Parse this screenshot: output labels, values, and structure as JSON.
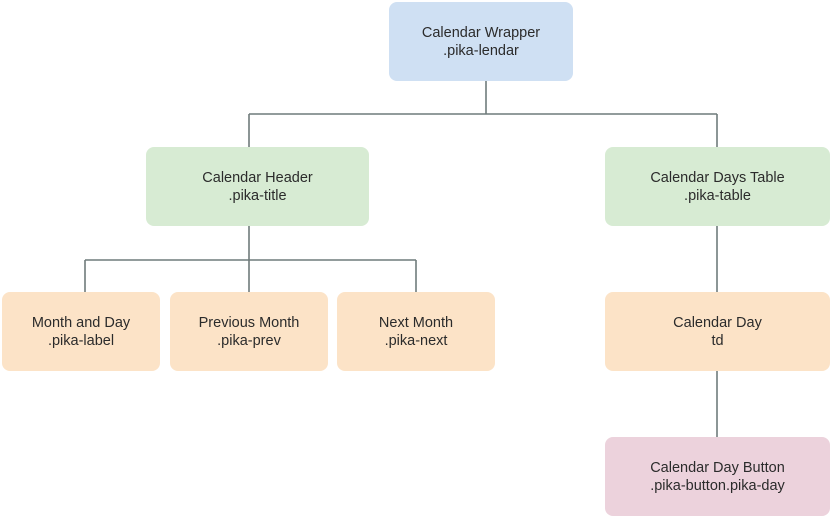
{
  "nodes": {
    "wrapper": {
      "title": "Calendar Wrapper",
      "selector": ".pika-lendar",
      "color": "#cfe0f3"
    },
    "header": {
      "title": "Calendar Header",
      "selector": ".pika-title",
      "color": "#d7ebd3"
    },
    "days_table": {
      "title": "Calendar Days Table",
      "selector": ".pika-table",
      "color": "#d7ebd3"
    },
    "month_day": {
      "title": "Month and Day",
      "selector": ".pika-label",
      "color": "#fce3c7"
    },
    "prev_month": {
      "title": "Previous Month",
      "selector": ".pika-prev",
      "color": "#fce3c7"
    },
    "next_month": {
      "title": "Next Month",
      "selector": ".pika-next",
      "color": "#fce3c7"
    },
    "day": {
      "title": "Calendar Day",
      "selector": "td",
      "color": "#fce3c7"
    },
    "day_button": {
      "title": "Calendar Day Button",
      "selector": ".pika-button.pika-day",
      "color": "#ecd2dc"
    }
  },
  "edges": [
    [
      "wrapper",
      "header"
    ],
    [
      "wrapper",
      "days_table"
    ],
    [
      "header",
      "month_day"
    ],
    [
      "header",
      "prev_month"
    ],
    [
      "header",
      "next_month"
    ],
    [
      "days_table",
      "day"
    ],
    [
      "day",
      "day_button"
    ]
  ],
  "connector_color": "#6f7b7b"
}
